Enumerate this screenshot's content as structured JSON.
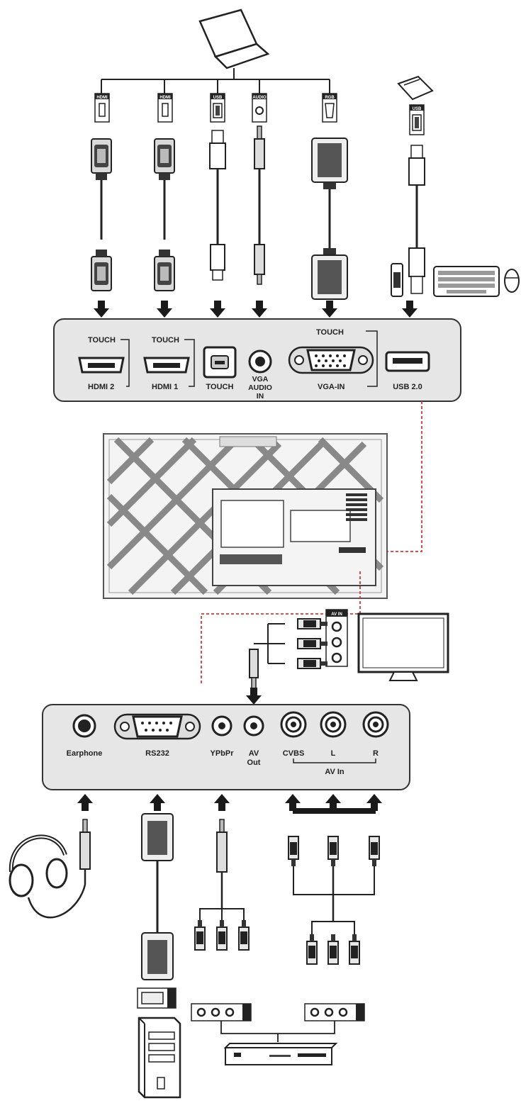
{
  "top_panel": {
    "touch_label": "TOUCH",
    "hdmi2": "HDMI 2",
    "hdmi1": "HDMI 1",
    "touch_port": "TOUCH",
    "vga_audio": [
      "VGA",
      "AUDIO",
      "IN"
    ],
    "vga_in": "VGA-IN",
    "usb": "USB 2.0"
  },
  "source_tags": {
    "hdmi": "HDMI",
    "usb": "USB",
    "audio": "AUDIO",
    "rgb": "RGB",
    "av_in": "AV IN"
  },
  "bottom_panel": {
    "earphone": "Earphone",
    "rs232": "RS232",
    "ypbpr": "YPbPr",
    "av_out": [
      "AV",
      "Out"
    ],
    "cvbs": "CVBS",
    "l": "L",
    "r": "R",
    "av_in": "AV In"
  },
  "colors": {
    "panel_fill": "#e6e6e6",
    "panel_stroke": "#333333",
    "connection_dash": "#d23a3a"
  }
}
